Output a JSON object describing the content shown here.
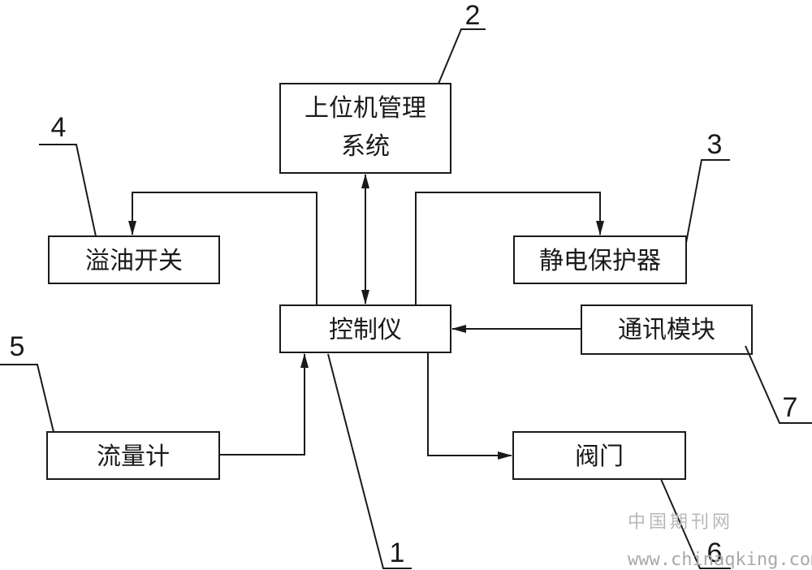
{
  "blocks": {
    "host_system_line1": "上位机管理",
    "host_system_line2": "系统",
    "overflow_switch": "溢油开关",
    "static_protector": "静电保护器",
    "controller": "控制仪",
    "comm_module": "通讯模块",
    "flowmeter": "流量计",
    "valve": "阀门"
  },
  "callouts": {
    "controller": "1",
    "host_system": "2",
    "static_protector": "3",
    "overflow_switch": "4",
    "flowmeter": "5",
    "valve": "6",
    "comm_module": "7"
  },
  "watermark": {
    "site_name": "中国期刊网",
    "url": "www.chinaqking.com"
  }
}
